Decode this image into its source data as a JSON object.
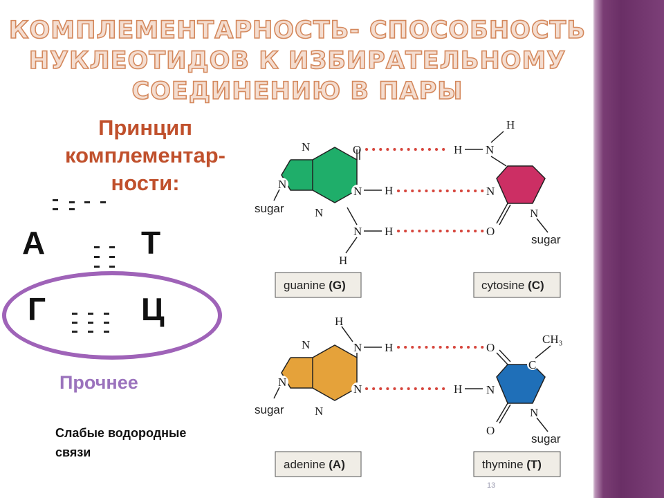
{
  "title": {
    "line1": "Комплементарность- способность",
    "line2": "нуклеотидов к избирательному",
    "line3": "соединению в пары"
  },
  "principle": {
    "line1": "Принцип",
    "line2": "комплементар-",
    "line3": "ности:"
  },
  "letters": {
    "a": "А",
    "t": "Т",
    "g": "Г",
    "c": "Ц"
  },
  "stronger": "Прочнее",
  "weak_bonds": {
    "line1": "Слабые водородные",
    "line2": "связи"
  },
  "page_number": "13",
  "colors": {
    "title_fill": "#f4ddd0",
    "title_stroke": "#d4885c",
    "principle": "#c0502c",
    "ellipse": "#9f63b8",
    "guanine": "#1fae6a",
    "cytosine": "#cc2f64",
    "adenine": "#e5a23a",
    "thymine": "#1f6fb8",
    "hbond": "#d6453c",
    "sidebar": "#6a2f66"
  },
  "diagram": {
    "atoms": {
      "N": "N",
      "O": "O",
      "H": "H",
      "C": "C",
      "CH3": "CH₃"
    },
    "sugar": "sugar",
    "labels": {
      "guanine_name": "guanine",
      "guanine_code": "(G)",
      "cytosine_name": "cytosine",
      "cytosine_code": "(C)",
      "adenine_name": "adenine",
      "adenine_code": "(A)",
      "thymine_name": "thymine",
      "thymine_code": "(T)"
    }
  }
}
